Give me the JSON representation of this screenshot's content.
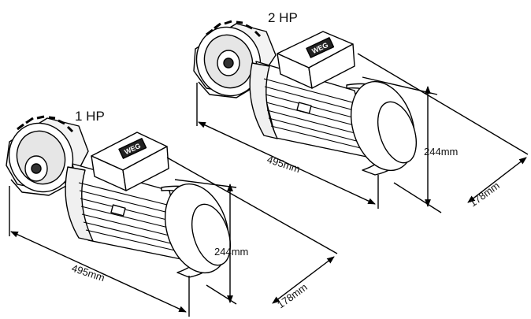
{
  "motors": [
    {
      "id": "large",
      "label": "2 HP",
      "length": "495mm",
      "height": "244mm",
      "width": "178mm"
    },
    {
      "id": "small",
      "label": "1 HP",
      "length": "495mm",
      "height": "244mm",
      "width": "178mm"
    }
  ]
}
